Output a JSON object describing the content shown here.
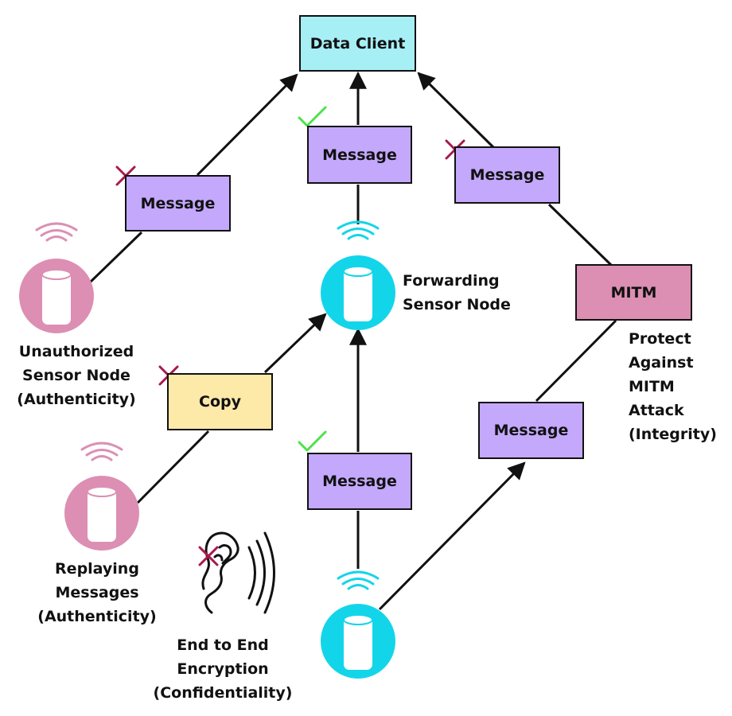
{
  "colors": {
    "message": "#c4a8fc",
    "client": "#a6eff5",
    "copy": "#fde9a8",
    "mitm": "#dc8fb3",
    "trusted_node": "#13d5ea",
    "untrusted_node": "#dc8fb3",
    "check": "#4ce24a",
    "cross": "#a8184d"
  },
  "boxes": {
    "data_client": "Data Client",
    "message_center_top": "Message",
    "message_left": "Message",
    "message_right_top": "Message",
    "copy": "Copy",
    "mitm": "MITM",
    "message_center_bottom": "Message",
    "message_right_bottom": "Message"
  },
  "labels": {
    "forwarding_node": "Forwarding\nSensor Node",
    "unauthorized_node": "Unauthorized\nSensor Node\n(Authenticity)",
    "replaying": "Replaying\nMessages\n(Authenticity)",
    "mitm_protect": "Protect\nAgainst\nMITM\nAttack\n(Integrity)",
    "encryption": "End to End\nEncryption\n(Confidentiality)"
  },
  "icons": {
    "sensor_node": "sensor-node-icon",
    "eavesdropper": "ear-icon",
    "accepted": "checkmark-icon",
    "rejected": "cross-icon"
  }
}
